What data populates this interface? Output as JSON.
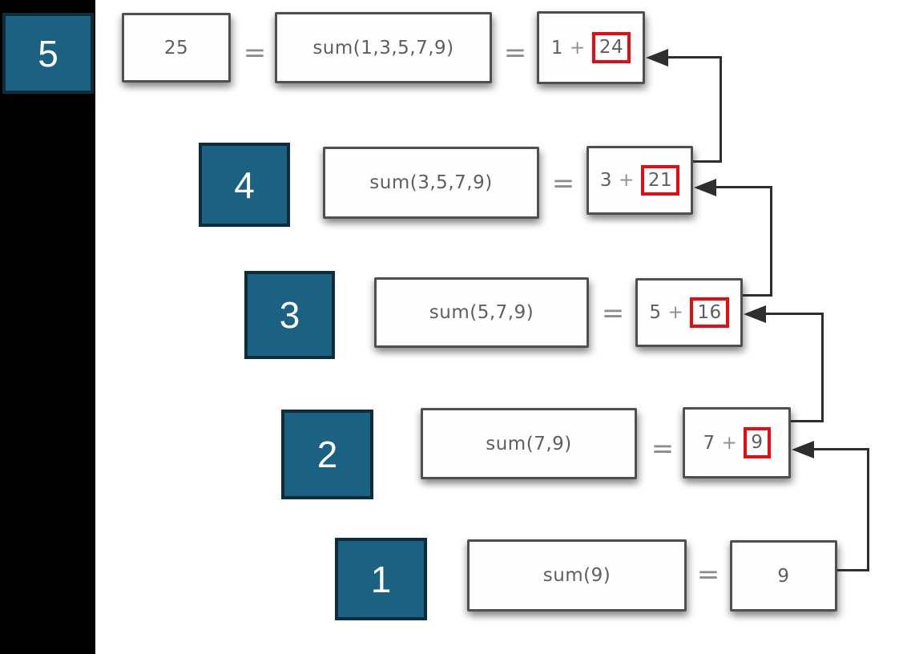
{
  "colors": {
    "background": "#000000",
    "panel": "#ffffff",
    "step_square": "#1b6181",
    "step_square_border": "#0d2d3d",
    "box_border": "#4f4f4f",
    "box_text": "#5f5f5f",
    "equals": "#8c8c8c",
    "highlight_red": "#e60d12",
    "arrow": "#2e2e2e"
  },
  "diagram": {
    "rows": [
      {
        "step": "5",
        "value": "25",
        "eq1": "=",
        "call": "sum(1,3,5,7,9)",
        "eq2": "=",
        "addend": "1",
        "plus": "+",
        "recursive_result": "24"
      },
      {
        "step": "4",
        "call": "sum(3,5,7,9)",
        "eq": "=",
        "addend": "3",
        "plus": "+",
        "recursive_result": "21"
      },
      {
        "step": "3",
        "call": "sum(5,7,9)",
        "eq": "=",
        "addend": "5",
        "plus": "+",
        "recursive_result": "16"
      },
      {
        "step": "2",
        "call": "sum(7,9)",
        "eq": "=",
        "addend": "7",
        "plus": "+",
        "recursive_result": "9"
      },
      {
        "step": "1",
        "call": "sum(9)",
        "eq": "=",
        "base_result": "9"
      }
    ]
  }
}
